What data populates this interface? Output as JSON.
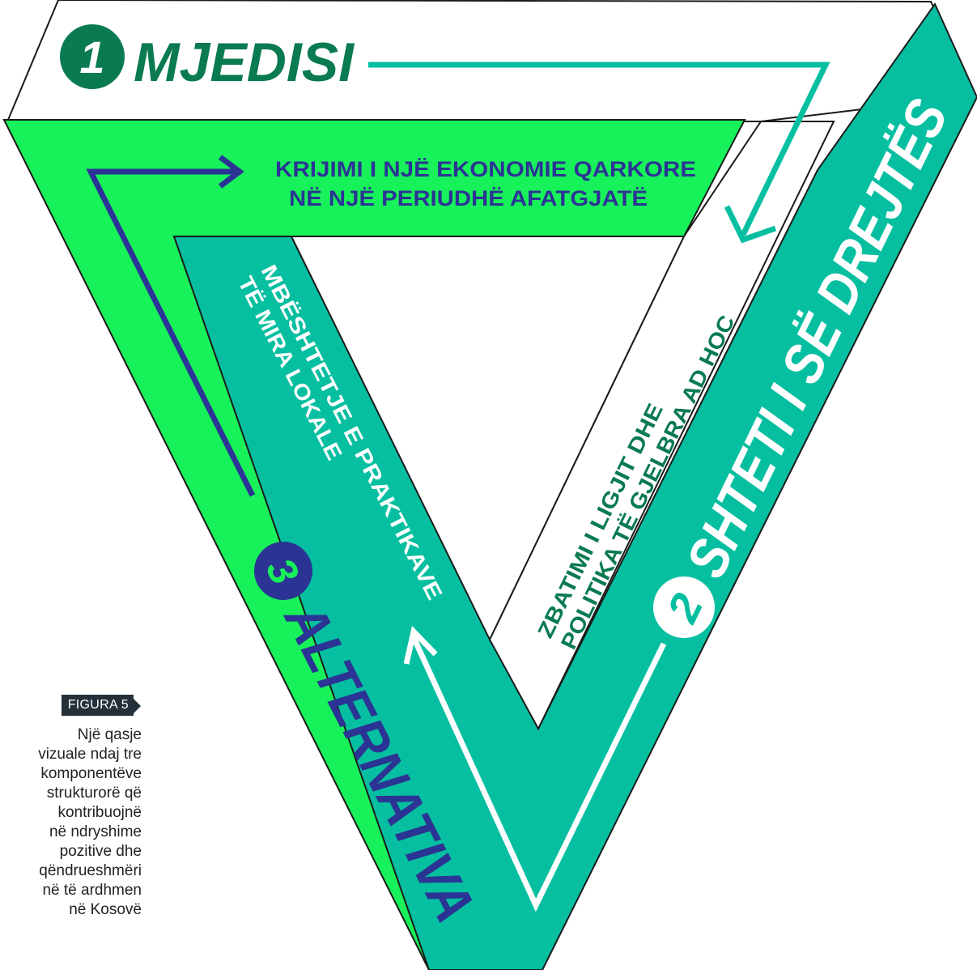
{
  "colors": {
    "white_band": "#ffffff",
    "bright_green": "#18f25a",
    "teal": "#06bfa0",
    "dark_green": "#0a7a50",
    "navy": "#2b3494",
    "outline": "#1a1a1a",
    "badge_bg": "#24313a"
  },
  "components": {
    "c1": {
      "number": "1",
      "title": "MJEDISI"
    },
    "c2": {
      "number": "2",
      "title": "SHTETI I SË DREJTËS"
    },
    "c3": {
      "number": "3",
      "title": "ALTERNATIVA"
    }
  },
  "statements": {
    "s1_line1": "KRIJIMI I NJË EKONOMIE QARKORE",
    "s1_line2": "NË NJË PERIUDHË AFATGJATË",
    "s2_line1": "ZBATIMI I LIGJIT DHE",
    "s2_line2": "POLITIKA TË GJELBRA AD HOC",
    "s3_line1": "MBËSHTETJE E PRAKTIKAVE",
    "s3_line2": "TË MIRA LOKALE"
  },
  "figure": {
    "label": "FIGURA 5",
    "caption": "Një qasje\nvizuale ndaj tre\nkomponentëve\nstrukturorë që\nkontribuojnë\nnë ndryshime\npozitive dhe\nqëndrueshmëri\nnë të ardhmen\nnë Kosovë"
  }
}
